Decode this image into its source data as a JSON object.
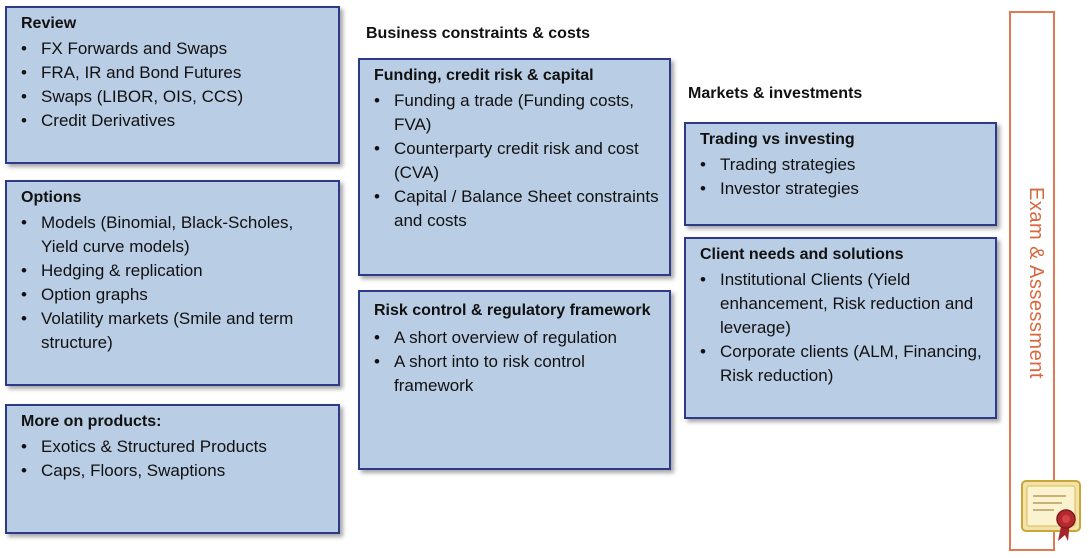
{
  "column1": {
    "review": {
      "title": "Review",
      "items": [
        "FX Forwards and Swaps",
        "FRA, IR and Bond Futures",
        "Swaps (LIBOR, OIS, CCS)",
        "Credit Derivatives"
      ]
    },
    "options": {
      "title": "Options",
      "items": [
        "Models (Binomial, Black-Scholes, Yield curve models)",
        "Hedging & replication",
        "Option graphs",
        "Volatility markets (Smile and term structure)"
      ]
    },
    "products": {
      "title": "More on products:",
      "items": [
        "Exotics & Structured Products",
        "Caps, Floors, Swaptions"
      ]
    }
  },
  "column2": {
    "heading": "Business constraints & costs",
    "funding": {
      "title": "Funding, credit risk & capital",
      "items": [
        "Funding a trade (Funding costs, FVA)",
        "Counterparty credit risk and cost (CVA)",
        "Capital / Balance Sheet constraints and costs"
      ]
    },
    "risk": {
      "title": "Risk control & regulatory framework",
      "items": [
        "A short overview of regulation",
        "A short into to risk control framework"
      ]
    }
  },
  "column3": {
    "heading": "Markets & investments",
    "trading": {
      "title": "Trading vs investing",
      "items": [
        "Trading strategies",
        "Investor strategies"
      ]
    },
    "client": {
      "title": "Client needs and solutions",
      "items": [
        "Institutional Clients (Yield enhancement, Risk reduction and leverage)",
        "Corporate clients (ALM, Financing, Risk reduction)"
      ]
    }
  },
  "exam": {
    "label": "Exam & Assessment"
  },
  "colors": {
    "box_fill": "#b9cde5",
    "box_border": "#2e3a87",
    "exam_border": "#e07a55",
    "exam_text": "#d9673f"
  },
  "icons": {
    "certificate": "certificate-icon"
  }
}
